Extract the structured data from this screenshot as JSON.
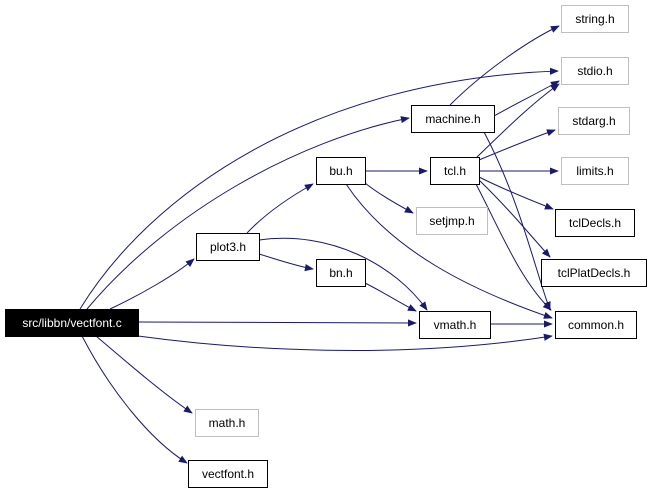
{
  "diagram": {
    "type": "include-dependency-graph",
    "root": "src/libbn/vectfont.c",
    "colors": {
      "edge": "#191970",
      "node_border": "#000000",
      "external_border": "#bfbfbf",
      "root_fill": "#000000",
      "root_text": "#ffffff"
    },
    "nodes": [
      {
        "id": "vectfont_c",
        "label": "src/libbn/vectfont.c",
        "style": "root"
      },
      {
        "id": "string_h",
        "label": "string.h",
        "style": "external"
      },
      {
        "id": "stdio_h",
        "label": "stdio.h",
        "style": "external"
      },
      {
        "id": "machine_h",
        "label": "machine.h",
        "style": "local"
      },
      {
        "id": "stdarg_h",
        "label": "stdarg.h",
        "style": "external"
      },
      {
        "id": "bu_h",
        "label": "bu.h",
        "style": "local"
      },
      {
        "id": "tcl_h",
        "label": "tcl.h",
        "style": "local"
      },
      {
        "id": "limits_h",
        "label": "limits.h",
        "style": "external"
      },
      {
        "id": "setjmp_h",
        "label": "setjmp.h",
        "style": "external"
      },
      {
        "id": "tclDecls_h",
        "label": "tclDecls.h",
        "style": "local"
      },
      {
        "id": "plot3_h",
        "label": "plot3.h",
        "style": "local"
      },
      {
        "id": "bn_h",
        "label": "bn.h",
        "style": "local"
      },
      {
        "id": "tclPlatDecls_h",
        "label": "tclPlatDecls.h",
        "style": "local"
      },
      {
        "id": "vmath_h",
        "label": "vmath.h",
        "style": "local"
      },
      {
        "id": "common_h",
        "label": "common.h",
        "style": "local"
      },
      {
        "id": "math_h",
        "label": "math.h",
        "style": "external"
      },
      {
        "id": "vectfont_h",
        "label": "vectfont.h",
        "style": "local"
      }
    ],
    "edges": [
      {
        "from": "vectfont_c",
        "to": "stdio_h"
      },
      {
        "from": "vectfont_c",
        "to": "machine_h"
      },
      {
        "from": "vectfont_c",
        "to": "plot3_h"
      },
      {
        "from": "vectfont_c",
        "to": "vmath_h"
      },
      {
        "from": "vectfont_c",
        "to": "common_h"
      },
      {
        "from": "vectfont_c",
        "to": "math_h"
      },
      {
        "from": "vectfont_c",
        "to": "vectfont_h"
      },
      {
        "from": "machine_h",
        "to": "string_h"
      },
      {
        "from": "machine_h",
        "to": "stdio_h"
      },
      {
        "from": "machine_h",
        "to": "common_h"
      },
      {
        "from": "plot3_h",
        "to": "bu_h"
      },
      {
        "from": "plot3_h",
        "to": "bn_h"
      },
      {
        "from": "plot3_h",
        "to": "vmath_h"
      },
      {
        "from": "bu_h",
        "to": "tcl_h"
      },
      {
        "from": "bu_h",
        "to": "setjmp_h"
      },
      {
        "from": "bu_h",
        "to": "common_h"
      },
      {
        "from": "tcl_h",
        "to": "stdio_h"
      },
      {
        "from": "tcl_h",
        "to": "stdarg_h"
      },
      {
        "from": "tcl_h",
        "to": "limits_h"
      },
      {
        "from": "tcl_h",
        "to": "tclDecls_h"
      },
      {
        "from": "tcl_h",
        "to": "tclPlatDecls_h"
      },
      {
        "from": "tcl_h",
        "to": "common_h"
      },
      {
        "from": "bn_h",
        "to": "vmath_h"
      },
      {
        "from": "vmath_h",
        "to": "common_h"
      }
    ]
  }
}
